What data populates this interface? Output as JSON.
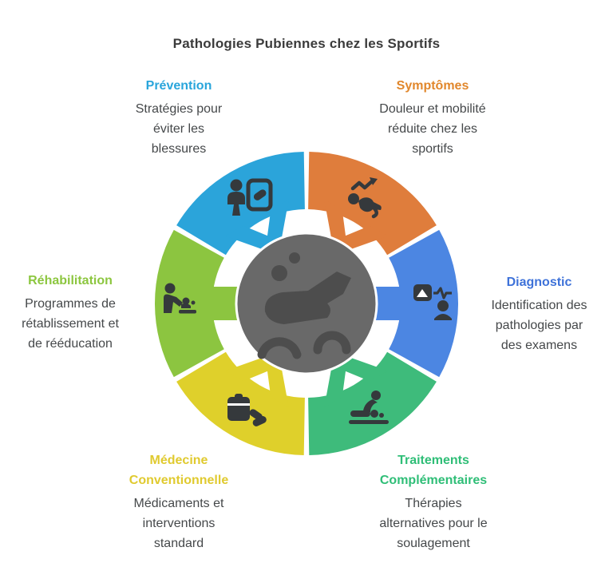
{
  "title": {
    "text": "Pathologies Pubiennes chez les Sportifs",
    "color": "#3B3B3B"
  },
  "text_color": "#45484A",
  "background": "#FFFFFF",
  "wheel": {
    "icon_color": "#35393C",
    "center": {
      "icon": "swimmer-icon",
      "color": "#696969",
      "icon_color": "#4D4D4D"
    },
    "segments": [
      {
        "id": "prevention",
        "position": "top-left",
        "label": "Prévention",
        "description": "Stratégies pour éviter les blessures",
        "color": "#2BA4DA",
        "label_color": "#29A5DB",
        "icon": "coach-presentation-icon"
      },
      {
        "id": "symptomes",
        "position": "top-right",
        "label": "Symptômes",
        "description": "Douleur et mobilité réduite chez les sportifs",
        "color": "#DF7D3C",
        "label_color": "#E1872C",
        "icon": "injured-athlete-icon"
      },
      {
        "id": "diagnostic",
        "position": "right",
        "label": "Diagnostic",
        "description": "Identification des pathologies par des examens",
        "color": "#4C86E2",
        "label_color": "#3E72D9",
        "icon": "medical-imaging-icon"
      },
      {
        "id": "traitements",
        "position": "bottom-right",
        "label": "Traitements Complémentaires",
        "description": "Thérapies alternatives pour le soulagement",
        "color": "#3EBB7B",
        "label_color": "#2FBE77",
        "icon": "massage-therapy-icon"
      },
      {
        "id": "medecine",
        "position": "bottom-left",
        "label": "Médecine Conventionnelle",
        "description": "Médicaments et interventions standard",
        "color": "#DFD02B",
        "label_color": "#E0CA2F",
        "icon": "first-aid-kit-icon"
      },
      {
        "id": "rehabilitation",
        "position": "left",
        "label": "Réhabilitation",
        "description": "Programmes de rétablissement et de rééducation",
        "color": "#8CC540",
        "label_color": "#8CC63F",
        "icon": "physiotherapy-icon"
      }
    ]
  }
}
